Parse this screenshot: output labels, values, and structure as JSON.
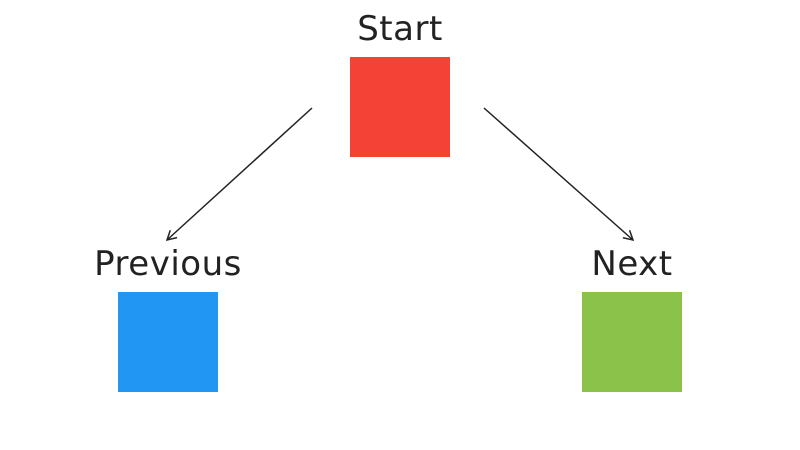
{
  "nodes": {
    "start": {
      "label": "Start",
      "color": "#F44336"
    },
    "previous": {
      "label": "Previous",
      "color": "#2196F3"
    },
    "next": {
      "label": "Next",
      "color": "#8BC34A"
    }
  },
  "edges": [
    {
      "from": "start",
      "to": "previous"
    },
    {
      "from": "start",
      "to": "next"
    }
  ],
  "colors": {
    "edge": "#222222"
  }
}
